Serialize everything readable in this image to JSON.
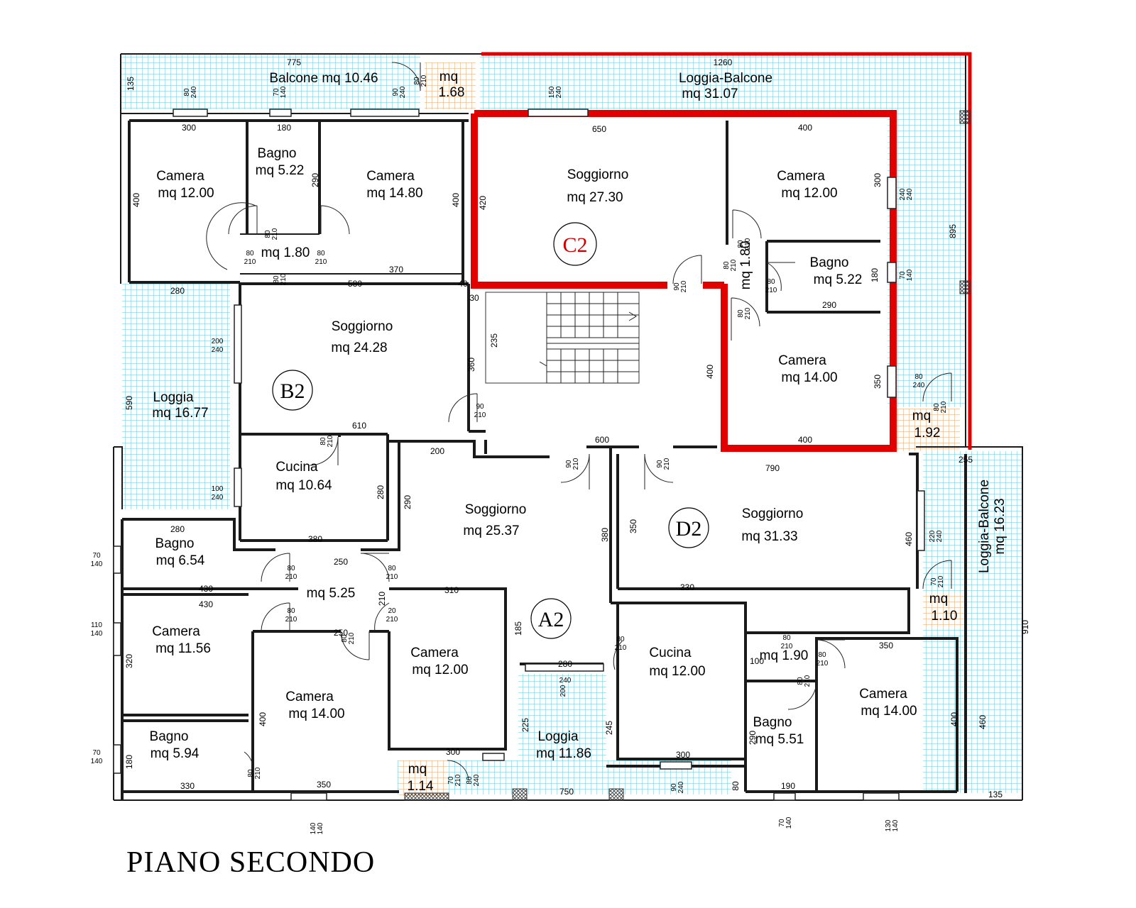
{
  "title": "PIANO SECONDO",
  "colors": {
    "tile_grid": "#5bc7d6",
    "tile_grid_orange": "#e0a060",
    "highlight": "#e00000",
    "unit_c2_label": "#cc0000",
    "walls": "#1a1a1a"
  },
  "unit_tags": [
    {
      "id": "c2",
      "label": "C2",
      "highlight": true
    },
    {
      "id": "b2",
      "label": "B2"
    },
    {
      "id": "d2",
      "label": "D2"
    },
    {
      "id": "a2",
      "label": "A2"
    }
  ],
  "rooms": {
    "balcone_top": [
      "Balcone mq 10.46"
    ],
    "sm1": [
      "mq",
      "1.68"
    ],
    "loggia_balcone_top": [
      "Loggia-Balcone",
      "mq 31.07"
    ],
    "camera1": [
      "Camera",
      "mq 12.00"
    ],
    "bagno1": [
      "Bagno",
      "mq 5.22"
    ],
    "camera2": [
      "Camera",
      "mq 14.80"
    ],
    "dis1": [
      "mq 1.80"
    ],
    "soggiorno_c2": [
      "Soggiorno",
      "mq 27.30"
    ],
    "camera_c2a": [
      "Camera",
      "mq 12.00"
    ],
    "dis_c2": [
      "mq 1.80"
    ],
    "bagno_c2": [
      "Bagno",
      "mq 5.22"
    ],
    "camera_c2b": [
      "Camera",
      "mq 14.00"
    ],
    "sm2": [
      "mq",
      "1.92"
    ],
    "soggiorno_b2": [
      "Soggiorno",
      "mq 24.28"
    ],
    "loggia_left": [
      "Loggia",
      "mq 16.77"
    ],
    "cucina_b2": [
      "Cucina",
      "mq 10.64"
    ],
    "soggiorno_a2": [
      "Soggiorno",
      "mq 25.37"
    ],
    "soggiorno_d2": [
      "Soggiorno",
      "mq 31.33"
    ],
    "loggia_balcone_right": [
      "Loggia-Balcone",
      "mq 16.23"
    ],
    "sm3": [
      "mq",
      "1.10"
    ],
    "bagno_a1": [
      "Bagno",
      "mq 6.54"
    ],
    "dis_a2": [
      "mq 5.25"
    ],
    "camera_a1": [
      "Camera",
      "mq 11.56"
    ],
    "camera_a2": [
      "Camera",
      "mq 14.00"
    ],
    "camera_a3": [
      "Camera",
      "mq 12.00"
    ],
    "cucina_d2": [
      "Cucina",
      "mq 12.00"
    ],
    "dis_d2": [
      "mq 1.90"
    ],
    "camera_d2": [
      "Camera",
      "mq 14.00"
    ],
    "bagno_d2": [
      "Bagno",
      "mq 5.51"
    ],
    "bagno_a2": [
      "Bagno",
      "mq 5.94"
    ],
    "sm4": [
      "mq",
      "1.14"
    ],
    "loggia_bottom": [
      "Loggia",
      "mq 11.86"
    ]
  },
  "dimensions": {
    "d775": "775",
    "d1260": "1260",
    "d135a": "135",
    "d300a": "300",
    "d180a": "180",
    "d650": "650",
    "d400a": "400",
    "d400b": "400",
    "d290a": "290",
    "d400c": "400",
    "d420": "420",
    "d300b": "300",
    "d895": "895",
    "d370": "370",
    "d580": "580",
    "d40": "40",
    "d30": "30",
    "d280a": "280",
    "d180b": "180",
    "d290b": "290",
    "d235": "235",
    "d360": "360",
    "d400d": "400",
    "d350a": "350",
    "d400e": "400",
    "d590": "590",
    "d610": "610",
    "d200a": "200",
    "d600": "600",
    "d790": "790",
    "d255": "255",
    "d280b": "280",
    "d290c": "290",
    "d380a": "380",
    "d380b": "380",
    "d350b": "350",
    "d460a": "460",
    "d280c": "280",
    "d250a": "250",
    "d430a": "430",
    "d430b": "430",
    "d310": "310",
    "d210": "210",
    "d330a": "330",
    "d185": "185",
    "d250b": "250",
    "d320": "320",
    "d280d": "280",
    "d350c": "350",
    "d910": "910",
    "d100": "100",
    "d400f": "400",
    "d400g": "400",
    "d225": "225",
    "d245": "245",
    "d460b": "460",
    "d300c": "300",
    "d300d": "300",
    "d180c": "180",
    "d330b": "330",
    "d350d": "350",
    "d750": "750",
    "d80": "80",
    "d190": "190",
    "d135b": "135",
    "d290d": "290"
  },
  "openings": {
    "w80_240": [
      "80",
      "240"
    ],
    "w70_140": [
      "70",
      "140"
    ],
    "w90_240": [
      "90",
      "240"
    ],
    "w80_210": [
      "80",
      "210"
    ],
    "w150_240": [
      "150",
      "240"
    ],
    "w240_240": [
      "240",
      "240"
    ],
    "w90_210": [
      "90",
      "210"
    ],
    "w200_240": [
      "200",
      "240"
    ],
    "w100_240": [
      "100",
      "240"
    ],
    "w110_140": [
      "110",
      "140"
    ],
    "w240_200": [
      "240",
      "200"
    ],
    "w140_140": [
      "140",
      "140"
    ],
    "w130_140": [
      "130",
      "140"
    ],
    "w220_240": [
      "220",
      "240"
    ],
    "w70_210": [
      "70",
      "210"
    ],
    "w20_210": [
      "20",
      "210"
    ]
  }
}
